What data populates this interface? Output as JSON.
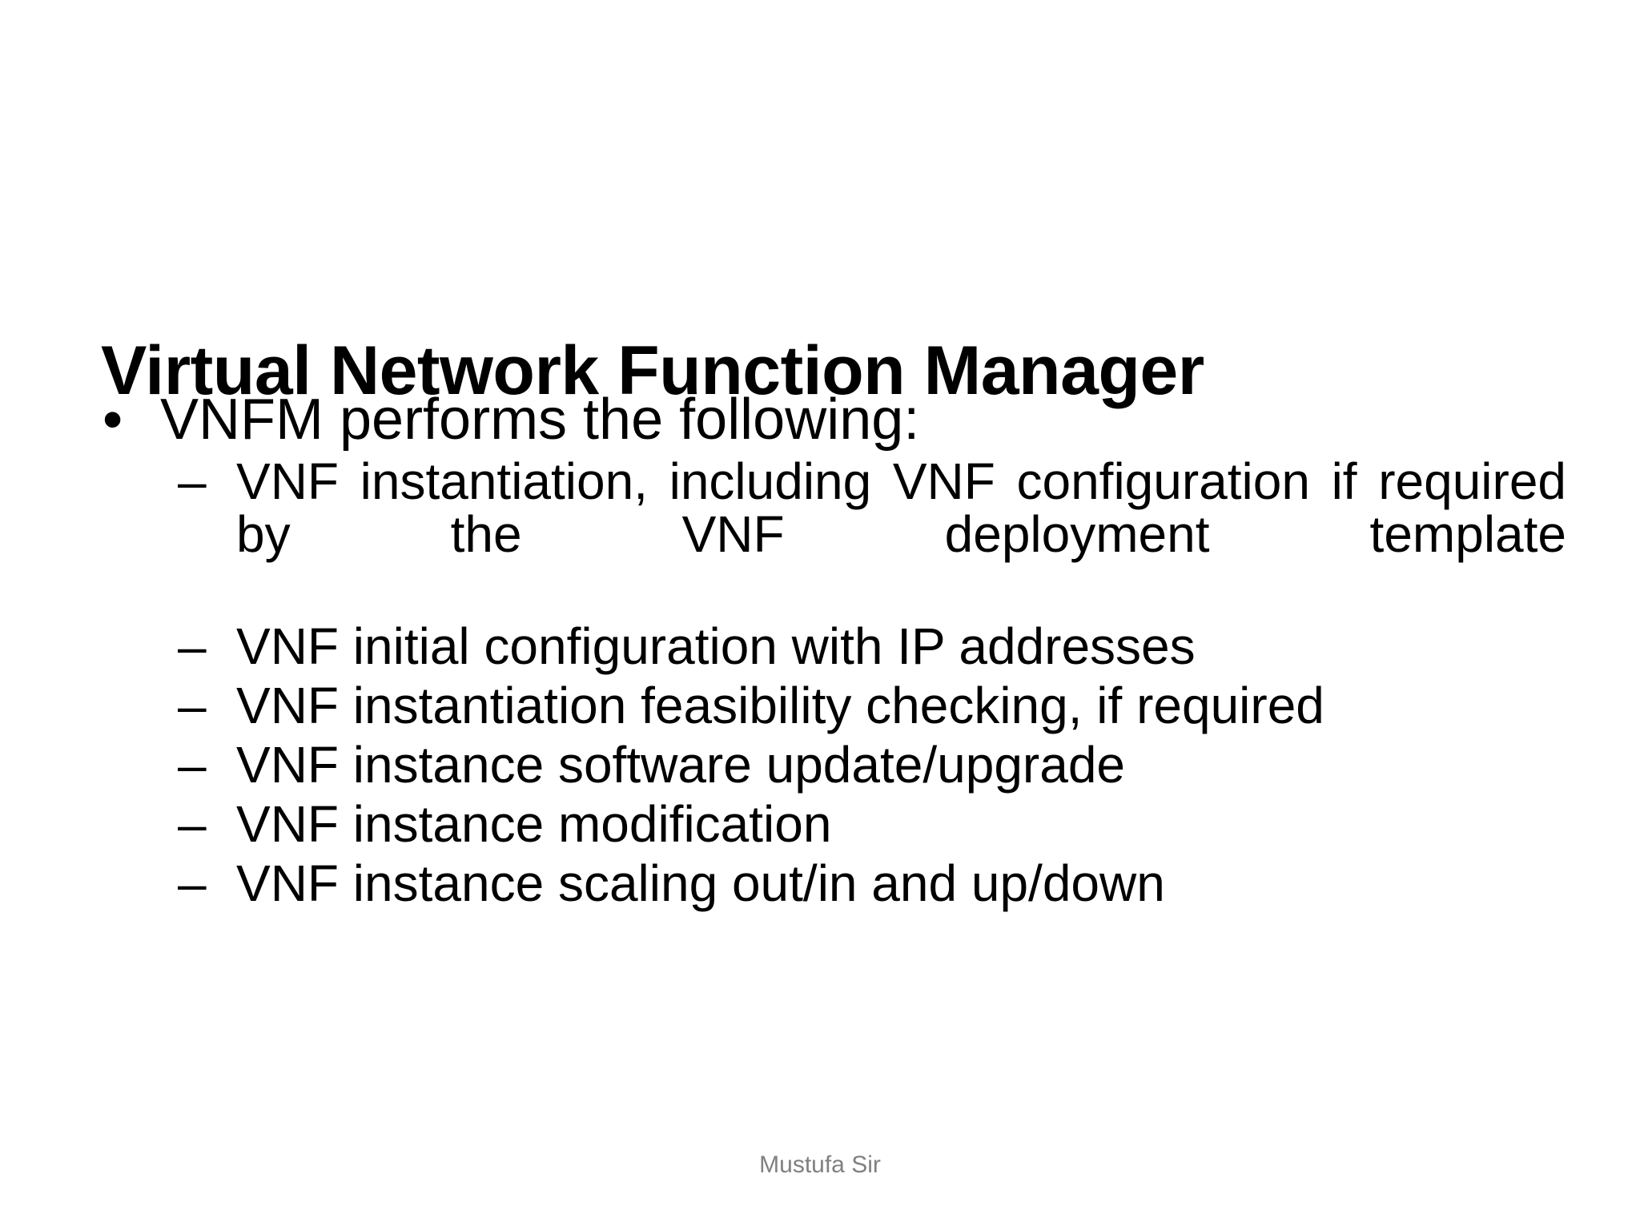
{
  "slide": {
    "background_color": "#ffffff",
    "text_color": "#000000",
    "title": "Virtual Network Function Manager",
    "bullets": [
      {
        "level": 1,
        "marker": "•",
        "text": "VNFM performs the following:"
      },
      {
        "level": 2,
        "marker": "–",
        "justified": true,
        "text": "VNF instantiation, including VNF configuration if required by the VNF deployment template"
      },
      {
        "level": 2,
        "marker": "–",
        "justified": false,
        "text": "VNF initial configuration with IP addresses"
      },
      {
        "level": 2,
        "marker": "–",
        "justified": false,
        "text": "VNF instantiation feasibility checking, if required"
      },
      {
        "level": 2,
        "marker": "–",
        "justified": false,
        "text": "VNF instance software update/upgrade"
      },
      {
        "level": 2,
        "marker": "–",
        "justified": false,
        "text": "VNF instance modification"
      },
      {
        "level": 2,
        "marker": "–",
        "justified": false,
        "text": "VNF instance scaling out/in and up/down"
      }
    ],
    "footer": {
      "text": "Mustufa Sir",
      "color": "#808080"
    }
  }
}
